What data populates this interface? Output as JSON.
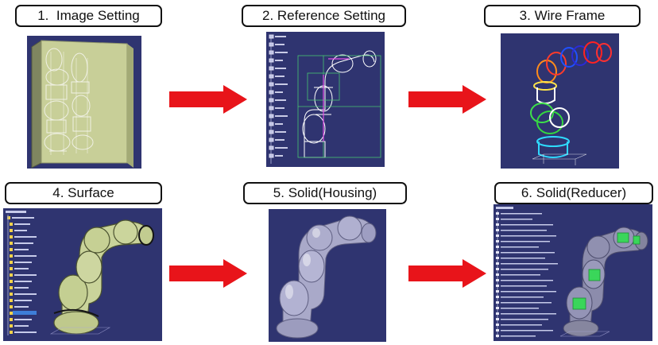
{
  "steps": [
    {
      "number": "1.",
      "title": "Image Setting"
    },
    {
      "number": "2.",
      "title": "Reference Setting"
    },
    {
      "number": "3.",
      "title": "Wire Frame"
    },
    {
      "number": "4.",
      "title": "Surface"
    },
    {
      "number": "5.",
      "title": "Solid(Housing)"
    },
    {
      "number": "6.",
      "title": "Solid(Reducer)"
    }
  ],
  "colors": {
    "viewport_background": "#2f3470",
    "arrow": "#e8141a",
    "image_plate": "#c8cf98",
    "surface_model": "#c9d39a",
    "solid_model": "#a9a9c9",
    "reducer_part": "#3ad65a"
  },
  "icons": [
    "right-arrow-icon",
    "feature-tree-icon"
  ]
}
